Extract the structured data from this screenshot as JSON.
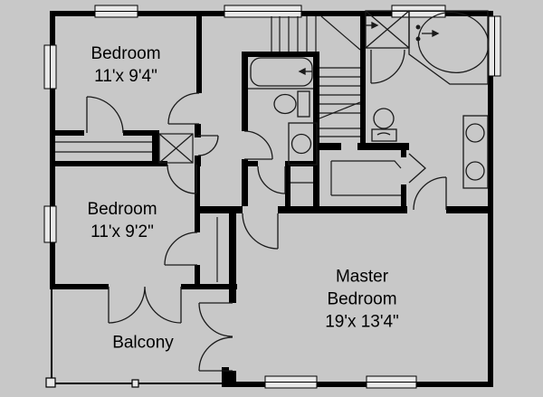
{
  "meta": {
    "drawing_type": "floor-plan",
    "background_color": "#c8c8c8",
    "wall_color": "#000000",
    "label_color": "#000000"
  },
  "rooms": {
    "bedroom1": {
      "name": "Bedroom",
      "dims": "11'x 9'4\""
    },
    "bedroom2": {
      "name": "Bedroom",
      "dims": "11'x 9'2\""
    },
    "balcony": {
      "name": "Balcony"
    },
    "master": {
      "line1": "Master",
      "line2": "Bedroom",
      "dims": "19'x 13'4\""
    }
  },
  "fixtures": [
    "bathtub",
    "toilet",
    "sink-vanity",
    "shower-stall",
    "garden-tub",
    "double-vanity",
    "water-closet-toilet",
    "staircase",
    "chase-x-box",
    "closet-shelves",
    "balcony-railing"
  ],
  "window_count": 7,
  "door_count": 12
}
